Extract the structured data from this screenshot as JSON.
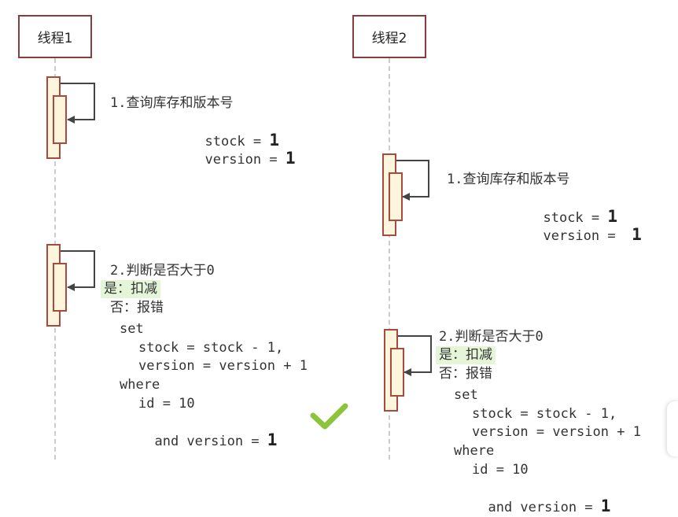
{
  "thread1": {
    "title": "线程1",
    "query": {
      "title": "1.查询库存和版本号",
      "stock_label": "stock =",
      "stock_value": "1",
      "version_label": "version =",
      "version_value": "1"
    },
    "judge": {
      "title": "2.判断是否大于0",
      "yes": "是：扣减",
      "no": "否：报错"
    },
    "sql": {
      "set": "set",
      "stock_line": "stock = stock - 1,",
      "version_line": "version = version + 1",
      "where": "where",
      "id_line": "id = 10",
      "and_label": "and version =",
      "and_value": "1"
    },
    "result_icon": "check-icon"
  },
  "thread2": {
    "title": "线程2",
    "query": {
      "title": "1.查询库存和版本号",
      "stock_label": "stock =",
      "stock_value": "1",
      "version_label": "version =",
      "version_value": "1"
    },
    "judge": {
      "title": "2.判断是否大于0",
      "yes": "是：扣减",
      "no": "否：报错"
    },
    "sql": {
      "set": "set",
      "stock_line": "stock = stock - 1,",
      "version_line": "version = version + 1",
      "where": "where",
      "id_line": "id = 10",
      "and_label": "and version =",
      "and_value": "1"
    }
  },
  "colors": {
    "activation_fill": "#fdf6dc",
    "activation_border": "#a84a3e",
    "thread_border": "#8a3b3b",
    "highlight": "#e4f5d8",
    "check": "#8cc43c"
  }
}
